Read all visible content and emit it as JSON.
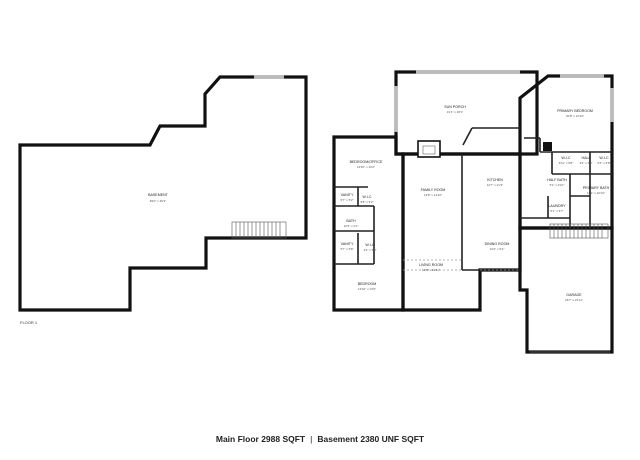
{
  "floor_tag": "FLOOR 1",
  "caption": {
    "main_floor": "Main Floor 2988 SQFT",
    "separator": "|",
    "basement": "Basement 2380 UNF SQFT"
  },
  "basement_room": {
    "name": "BASEMENT",
    "dims": "83'0\" x 36'3\""
  },
  "rooms": {
    "sun_porch": {
      "name": "SUN PORCH",
      "dims": "31'1\" x 18'1\""
    },
    "primary_bedroom": {
      "name": "PRIMARY BEDROOM",
      "dims": "20'8\" x 13'10\""
    },
    "wic_a": {
      "name": "W-I-C",
      "dims": "6'11\" x 6'8\""
    },
    "hall": {
      "name": "HALL",
      "dims": "3'2\" x 6'8\""
    },
    "wic_b": {
      "name": "W-I-C",
      "dims": "5'4\" x 6'8\""
    },
    "bedroom_office": {
      "name": "BEDROOM/OFFICE",
      "dims": "13'10\" x 10'2\""
    },
    "vanity_top": {
      "name": "VANITY",
      "dims": "5'7\" x 5'2\""
    },
    "wic_left": {
      "name": "W-I-C",
      "dims": "5'8\" x 5'2\""
    },
    "family_room": {
      "name": "FAMILY ROOM",
      "dims": "19'8\" x 14'10\""
    },
    "kitchen": {
      "name": "KITCHEN",
      "dims": "12'7\" x 21'3\""
    },
    "half_bath": {
      "name": "HALF BATH",
      "dims": "5'1\" x 4'10\""
    },
    "primary_bath": {
      "name": "PRIMARY BATH",
      "dims": "11'1\" x 10'10\""
    },
    "laundry": {
      "name": "LAUNDRY",
      "dims": "5'1\" x 5'7\""
    },
    "bath": {
      "name": "BATH",
      "dims": "10'3\" x 4'1\""
    },
    "vanity_bottom": {
      "name": "VANITY",
      "dims": "5'7\" x 5'8\""
    },
    "wic_bottom": {
      "name": "W-I-C",
      "dims": "4'4\" x 5'8\""
    },
    "dining_room": {
      "name": "DINING ROOM",
      "dims": "13'4\" x 9'2\""
    },
    "living_room": {
      "name": "LIVING ROOM",
      "dims": "19'8\" x 19'11\""
    },
    "bedroom": {
      "name": "BEDROOM",
      "dims": "13'10\" x 13'0\""
    },
    "garage": {
      "name": "GARAGE",
      "dims": "26'7\" x 21'11\""
    }
  }
}
